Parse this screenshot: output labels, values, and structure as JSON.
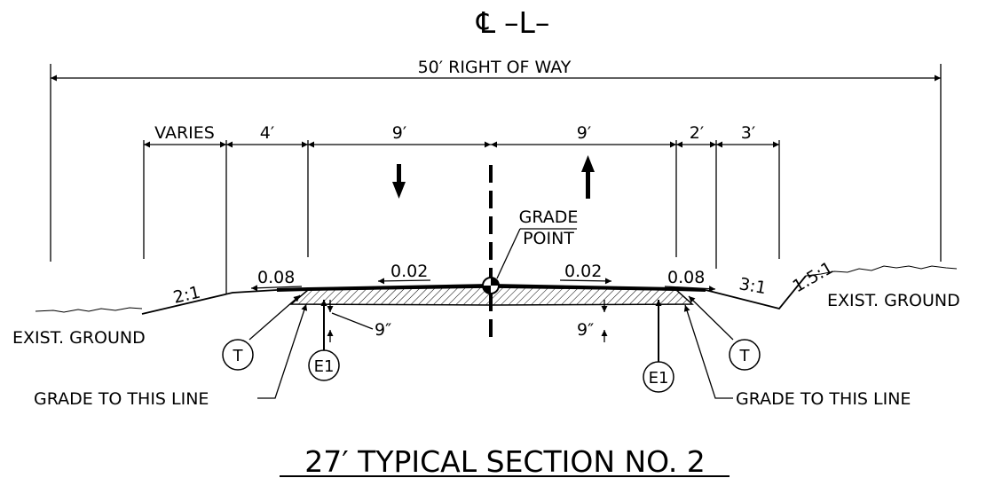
{
  "centerline": {
    "symbol": "℄",
    "label": "–L–"
  },
  "right_of_way": "50′ RIGHT OF WAY",
  "dimensions": {
    "varies": "VARIES",
    "left_shoulder": "4′",
    "left_lane": "9′",
    "right_lane": "9′",
    "right_shoulder_1": "2′",
    "right_shoulder_2": "3′"
  },
  "grade_point": {
    "line1": "GRADE",
    "line2": "POINT"
  },
  "slopes": {
    "left_fill": "2:1",
    "left_shoulder": "0.08",
    "left_lane": "0.02",
    "right_lane": "0.02",
    "right_shoulder": "0.08",
    "right_ditch": "3:1",
    "right_backslope": "1.5:1"
  },
  "depth_left": "9″",
  "depth_right": "9″",
  "exist_ground_left": "EXIST. GROUND",
  "exist_ground_right": "EXIST. GROUND",
  "callouts": {
    "t": "T",
    "e1": "E1"
  },
  "grade_line_left": "GRADE TO  THIS LINE",
  "grade_line_right": "GRADE TO  THIS LINE",
  "section_title": "27′ TYPICAL  SECTION   NO. 2"
}
